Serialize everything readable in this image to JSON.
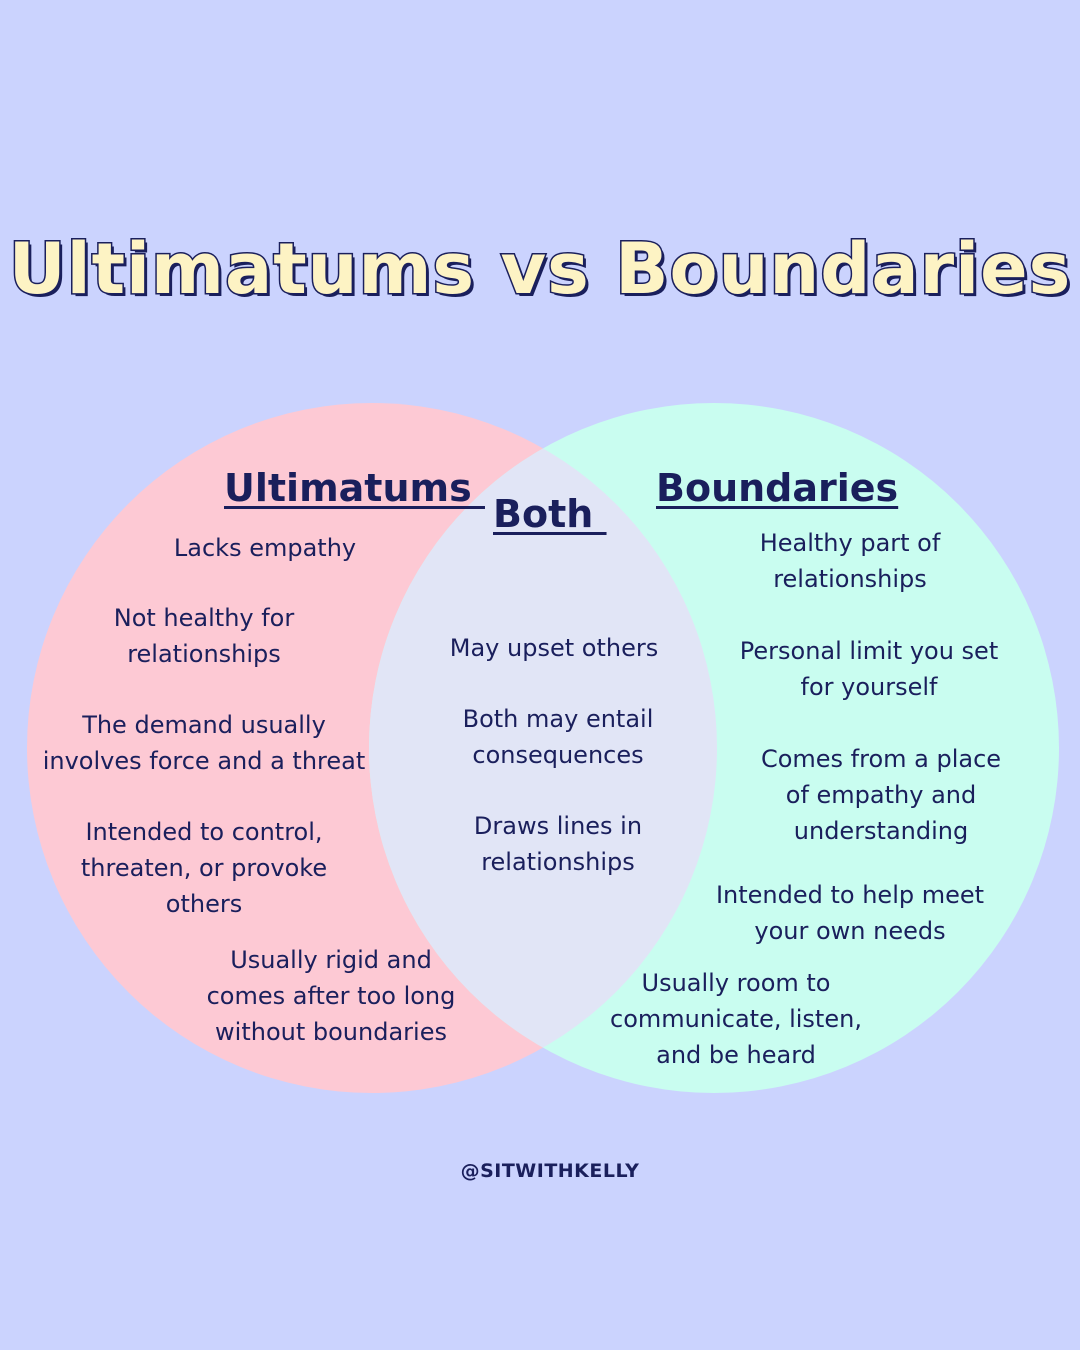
{
  "title": "Ultimatums vs Boundaries",
  "colors": {
    "background": "#cbd3fe",
    "left_circle": "#fdc9d4",
    "right_circle": "#c9fdf0",
    "overlap": "#e1e5f6",
    "text": "#1a1f5c",
    "title_fill": "#fdf3c4"
  },
  "headings": {
    "left": "Ultimatums ",
    "center": "Both ",
    "right": "Boundaries"
  },
  "left_items": [
    "Lacks empathy",
    "Not healthy for\nrelationships",
    "The demand usually\ninvolves force and a threat",
    "Intended to control,\nthreaten, or provoke\nothers",
    "Usually rigid and\ncomes after too long\nwithout boundaries"
  ],
  "center_items": [
    "May upset others",
    "Both may entail\nconsequences",
    "Draws lines in\nrelationships"
  ],
  "right_items": [
    "Healthy part of\nrelationships",
    "Personal limit you set\nfor yourself",
    "Comes from a place\nof empathy and\nunderstanding",
    "Intended to help meet\nyour own needs",
    "Usually room to\ncommunicate, listen,\nand be heard"
  ],
  "handle": "@SITWITHKELLY"
}
